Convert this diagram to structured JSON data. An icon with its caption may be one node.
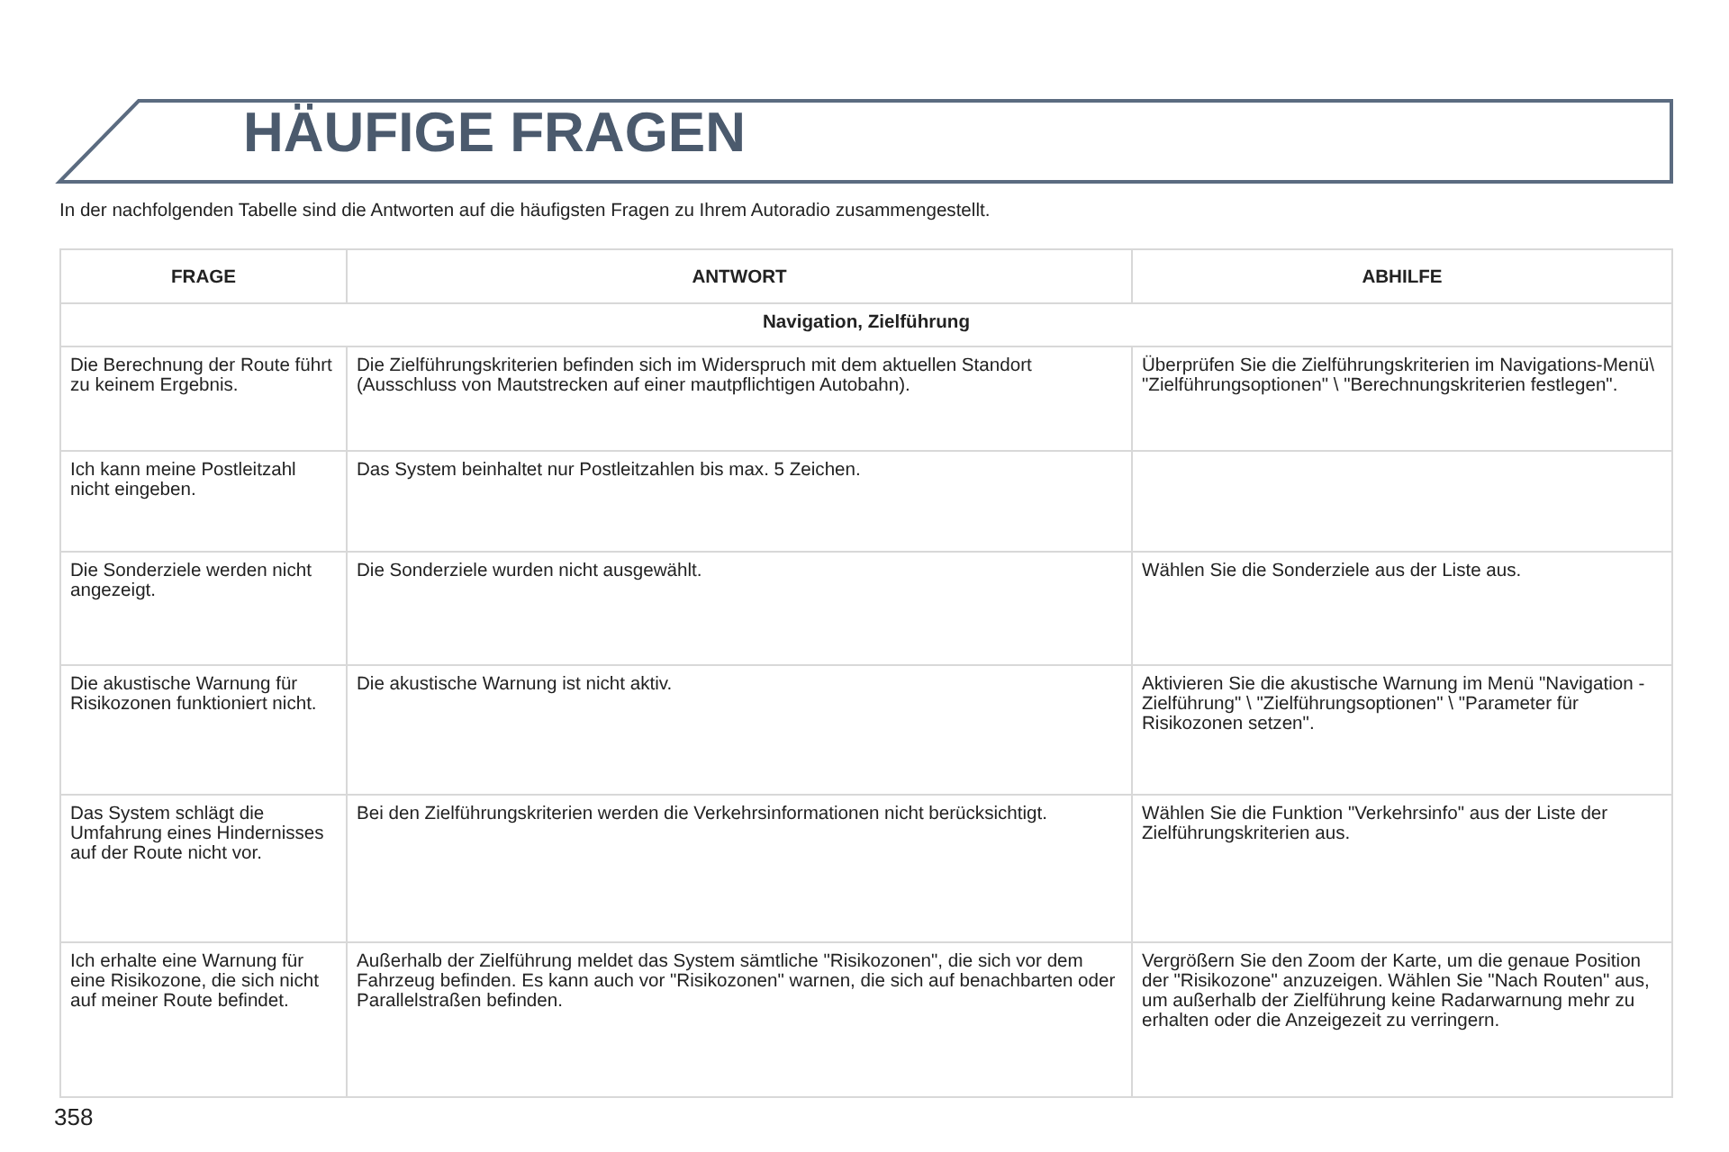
{
  "diagram": {
    "title": "HÄUFIGE FRAGEN",
    "labels": [
      "In der nachfolgenden Tabelle sind die Antworten auf die häufigsten Fragen zu Ihrem Autoradio zusammengestellt.",
      "FRAGE",
      "ANTWORT",
      "ABHILFE",
      "Navigation, Zielführung",
      "Die Berechnung der Route führt zu keinem Ergebnis.",
      "Die Zielführungskriterien befinden sich im Widerspruch mit dem aktuellen Standort (Ausschluss von Mautstrecken auf einer mautpflichtigen Autobahn).",
      "Überprüfen Sie die Zielführungskriterien im Navigations-Menü\\ \"Zielführungsoptionen\" \\ \"Berechnungskriterien festlegen\".",
      "Ich kann meine Postleitzahl nicht eingeben.",
      "Das System beinhaltet nur Postleitzahlen bis max. 5 Zeichen.",
      "Die Sonderziele werden nicht angezeigt.",
      "Die Sonderziele wurden nicht ausgewählt.",
      "Wählen Sie die Sonderziele aus der Liste aus.",
      "Die akustische Warnung für Risikozonen funktioniert nicht.",
      "Die akustische Warnung ist nicht aktiv.",
      "Aktivieren Sie die akustische Warnung im Menü \"Navigation - Zielführung\" \\ \"Zielführungsoptionen\" \\ \"Parameter für Risikozonen setzen\".",
      "Das System schlägt die Umfahrung eines Hindernisses auf der Route nicht vor.",
      "Bei den Zielführungskriterien werden die Verkehrsinformationen nicht berücksichtigt.",
      "Wählen Sie die Funktion \"Verkehrsinfo\" aus der Liste der Zielführungskriterien aus.",
      "Ich erhalte eine Warnung für eine Risikozone, die sich nicht auf meiner Route befindet.",
      "Außerhalb der Zielführung meldet das System sämtliche \"Risikozonen\", die sich vor dem Fahrzeug befinden. Es kann auch vor \"Risikozonen\" warnen, die sich auf benachbarten oder Parallelstraßen befinden.",
      "Vergrößern Sie den Zoom der Karte, um die genaue Position der \"Risikozone\" anzuzeigen. Wählen Sie \"Nach Routen\" aus, um außerhalb der Zielführung keine Radarwarnung mehr zu erhalten oder die Anzeigezeit zu verringern.",
      "358"
    ]
  }
}
